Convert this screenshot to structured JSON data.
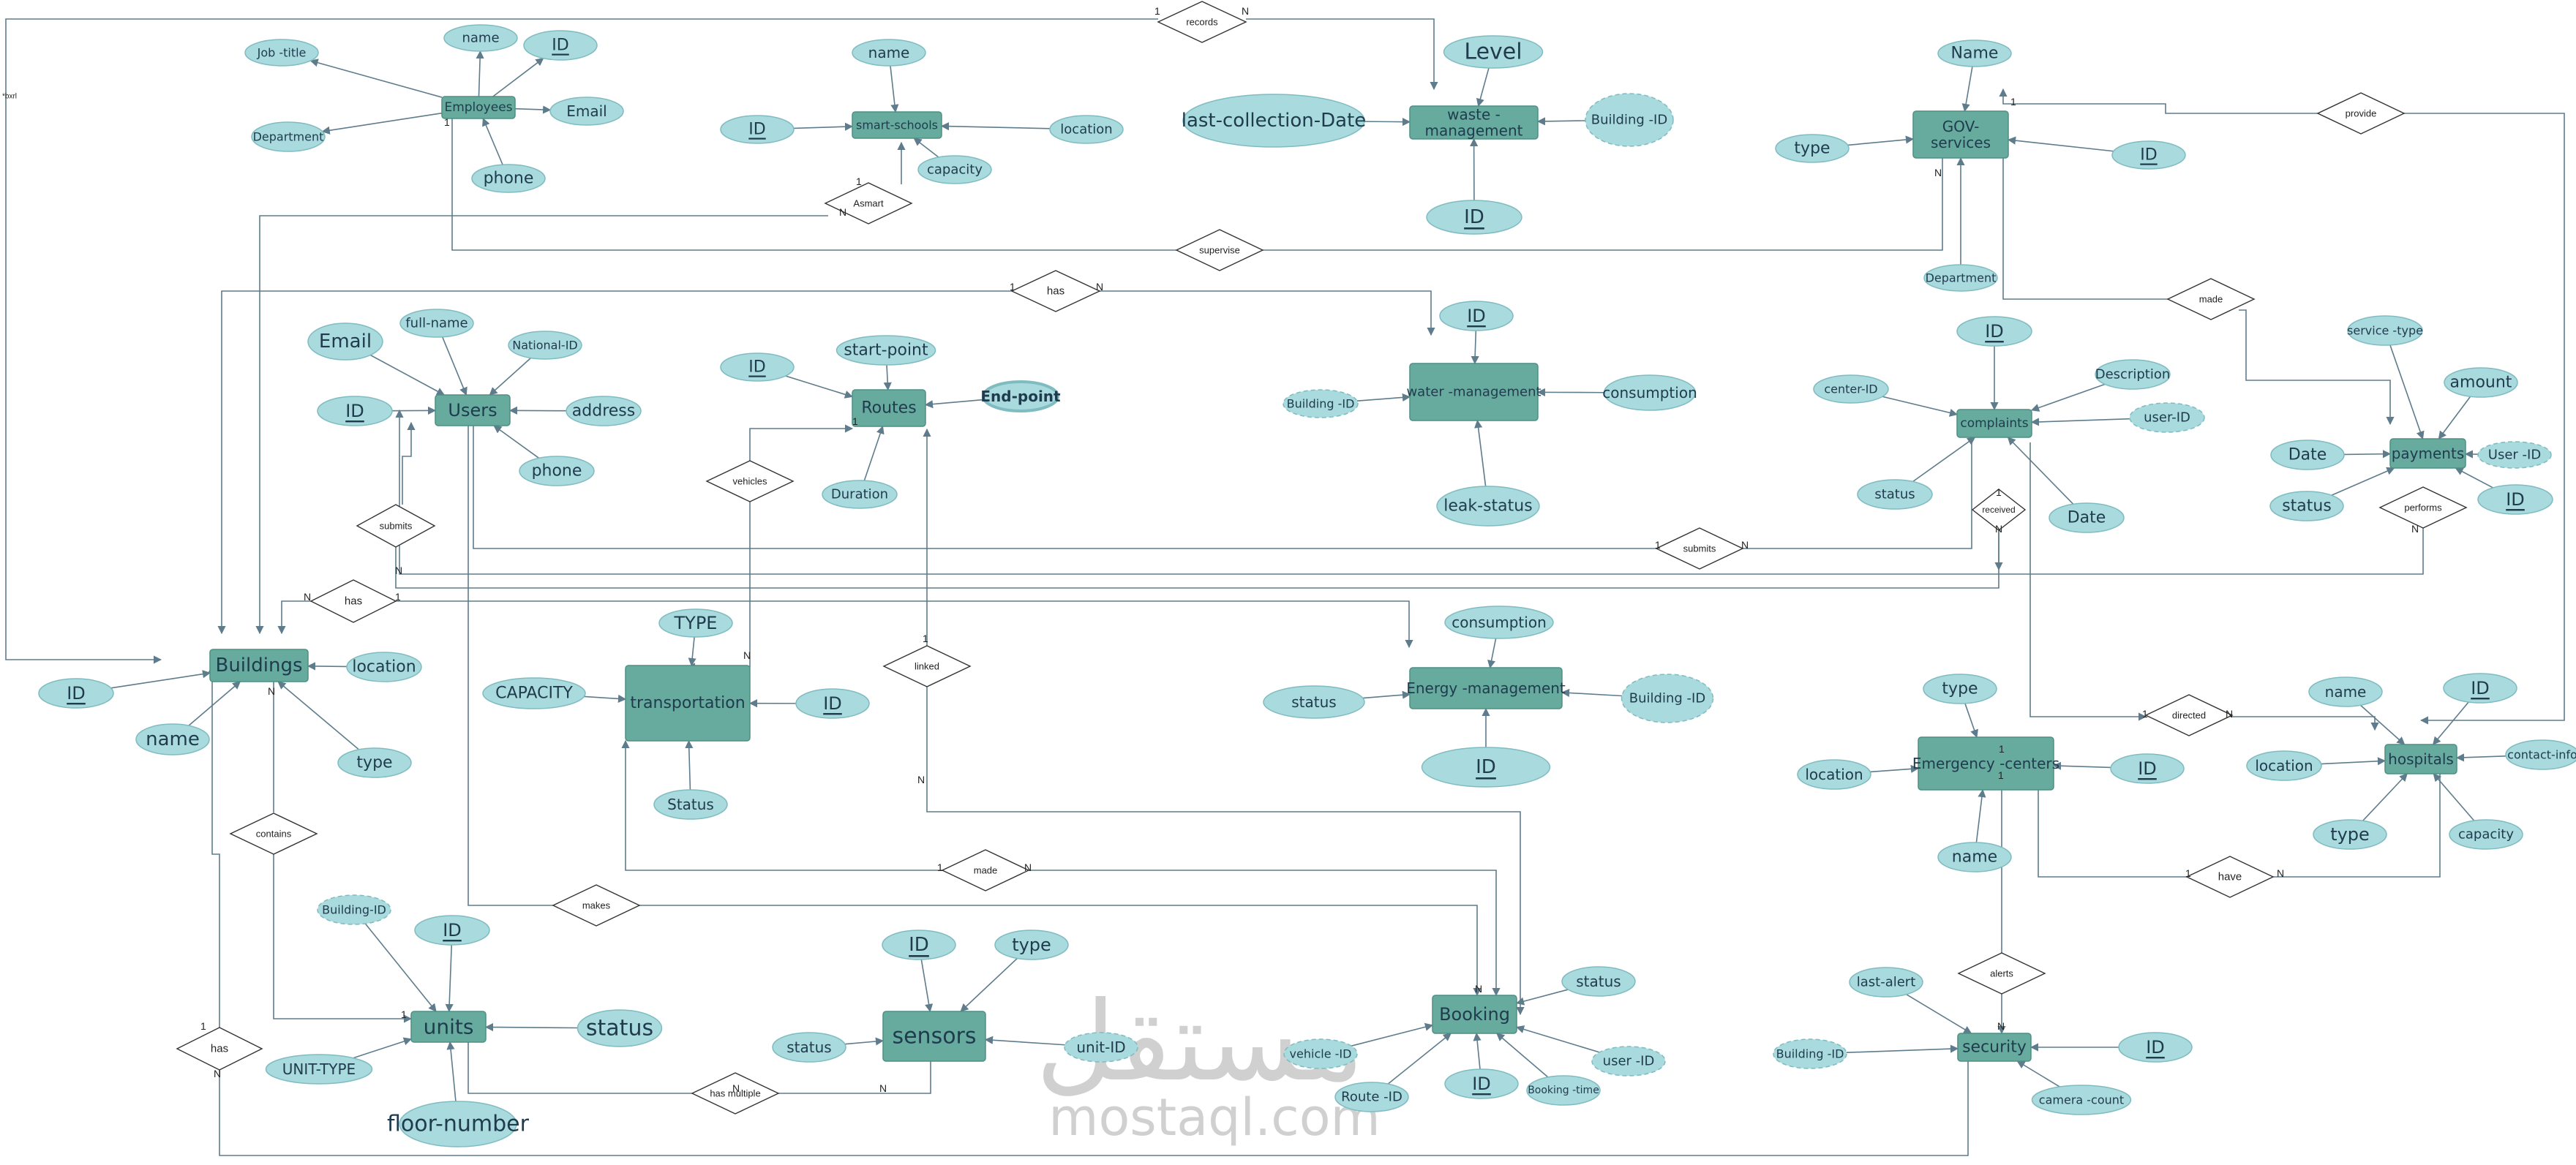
{
  "colors": {
    "entity_fill": "#67ab9f",
    "entity_stroke": "#4f8f84",
    "attr_fill": "#a9dadd",
    "attr_stroke": "#7fbcc1",
    "line": "#5e7c8c",
    "text": "#1f3b4d",
    "watermark": "#d0d0d0"
  },
  "entities": [
    {
      "id": "employees",
      "label": "Employees"
    },
    {
      "id": "smart_schools",
      "label": "smart-schools"
    },
    {
      "id": "waste",
      "label": "waste -\nmanagement"
    },
    {
      "id": "gov",
      "label": "GOV-\nservices"
    },
    {
      "id": "users",
      "label": "Users"
    },
    {
      "id": "routes",
      "label": "Routes"
    },
    {
      "id": "water",
      "label": "water -management"
    },
    {
      "id": "complaints",
      "label": "complaints"
    },
    {
      "id": "payments",
      "label": "payments"
    },
    {
      "id": "buildings",
      "label": "Buildings"
    },
    {
      "id": "transport",
      "label": "transportation"
    },
    {
      "id": "energy",
      "label": "Energy -management"
    },
    {
      "id": "emergency",
      "label": "Emergency -centers"
    },
    {
      "id": "hospitals",
      "label": "hospitals"
    },
    {
      "id": "units",
      "label": "units"
    },
    {
      "id": "sensors",
      "label": "sensors"
    },
    {
      "id": "booking",
      "label": "Booking"
    },
    {
      "id": "security",
      "label": "security"
    }
  ],
  "attributes": [
    {
      "label": "name"
    },
    {
      "label": "ID",
      "key": true
    },
    {
      "label": "Job -title"
    },
    {
      "label": "Email"
    },
    {
      "label": "Department"
    },
    {
      "label": "phone"
    },
    {
      "label": "name"
    },
    {
      "label": "ID",
      "key": true
    },
    {
      "label": "location"
    },
    {
      "label": "capacity"
    },
    {
      "label": "Level"
    },
    {
      "label": "last-collection-Date"
    },
    {
      "label": "Building -ID",
      "derived": true
    },
    {
      "label": "ID",
      "key": true
    },
    {
      "label": "Name"
    },
    {
      "label": "type"
    },
    {
      "label": "ID",
      "key": true
    },
    {
      "label": "Department"
    },
    {
      "label": "Email"
    },
    {
      "label": "full-name"
    },
    {
      "label": "National-ID"
    },
    {
      "label": "ID",
      "key": true
    },
    {
      "label": "address"
    },
    {
      "label": "phone"
    },
    {
      "label": "start-point"
    },
    {
      "label": "ID",
      "key": true
    },
    {
      "label": "End-point",
      "multi": true
    },
    {
      "label": "Duration"
    },
    {
      "label": "ID",
      "key": true
    },
    {
      "label": "Building -ID",
      "derived": true
    },
    {
      "label": "consumption"
    },
    {
      "label": "leak-status"
    },
    {
      "label": "ID",
      "key": true
    },
    {
      "label": "center-ID"
    },
    {
      "label": "Description"
    },
    {
      "label": "user-ID",
      "derived": true
    },
    {
      "label": "status"
    },
    {
      "label": "Date"
    },
    {
      "label": "service -type"
    },
    {
      "label": "amount"
    },
    {
      "label": "Date"
    },
    {
      "label": "User -ID",
      "derived": true
    },
    {
      "label": "status"
    },
    {
      "label": "ID",
      "key": true
    },
    {
      "label": "ID",
      "key": true
    },
    {
      "label": "name"
    },
    {
      "label": "location"
    },
    {
      "label": "type"
    },
    {
      "label": "TYPE"
    },
    {
      "label": "CAPACITY"
    },
    {
      "label": "ID",
      "key": true
    },
    {
      "label": "Status"
    },
    {
      "label": "consumption"
    },
    {
      "label": "status"
    },
    {
      "label": "Building -ID",
      "derived": true
    },
    {
      "label": "ID",
      "key": true
    },
    {
      "label": "type"
    },
    {
      "label": "location"
    },
    {
      "label": "ID",
      "key": true
    },
    {
      "label": "name"
    },
    {
      "label": "name"
    },
    {
      "label": "ID",
      "key": true
    },
    {
      "label": "location"
    },
    {
      "label": "contact-info"
    },
    {
      "label": "type"
    },
    {
      "label": "capacity"
    },
    {
      "label": "Building-ID",
      "derived": true
    },
    {
      "label": "ID",
      "key": true
    },
    {
      "label": "status"
    },
    {
      "label": "UNIT-TYPE"
    },
    {
      "label": "floor-number"
    },
    {
      "label": "ID",
      "key": true
    },
    {
      "label": "type"
    },
    {
      "label": "status"
    },
    {
      "label": "unit-ID",
      "derived": true
    },
    {
      "label": "status"
    },
    {
      "label": "vehicle -ID",
      "derived": true
    },
    {
      "label": "Route -ID"
    },
    {
      "label": "ID",
      "key": true
    },
    {
      "label": "Booking -time"
    },
    {
      "label": "user -ID",
      "derived": true
    },
    {
      "label": "last-alert"
    },
    {
      "label": "Building -ID",
      "derived": true
    },
    {
      "label": "ID",
      "key": true
    },
    {
      "label": "camera -count"
    }
  ],
  "relationships": [
    {
      "label": "records"
    },
    {
      "label": "Asmart"
    },
    {
      "label": "supervise"
    },
    {
      "label": "provide"
    },
    {
      "label": "has"
    },
    {
      "label": "made"
    },
    {
      "label": "vehicles"
    },
    {
      "label": "submits"
    },
    {
      "label": "received"
    },
    {
      "label": "submits"
    },
    {
      "label": "performs"
    },
    {
      "label": "has"
    },
    {
      "label": "linked"
    },
    {
      "label": "directed"
    },
    {
      "label": "contains"
    },
    {
      "label": "made"
    },
    {
      "label": "makes"
    },
    {
      "label": "have"
    },
    {
      "label": "alerts"
    },
    {
      "label": "has"
    },
    {
      "label": "has multiple"
    }
  ],
  "cardinalities": [
    "1",
    "N"
  ],
  "side_label": "*bxrl",
  "watermark": {
    "arabic": "مستقل",
    "latin": "mostaql.com"
  }
}
